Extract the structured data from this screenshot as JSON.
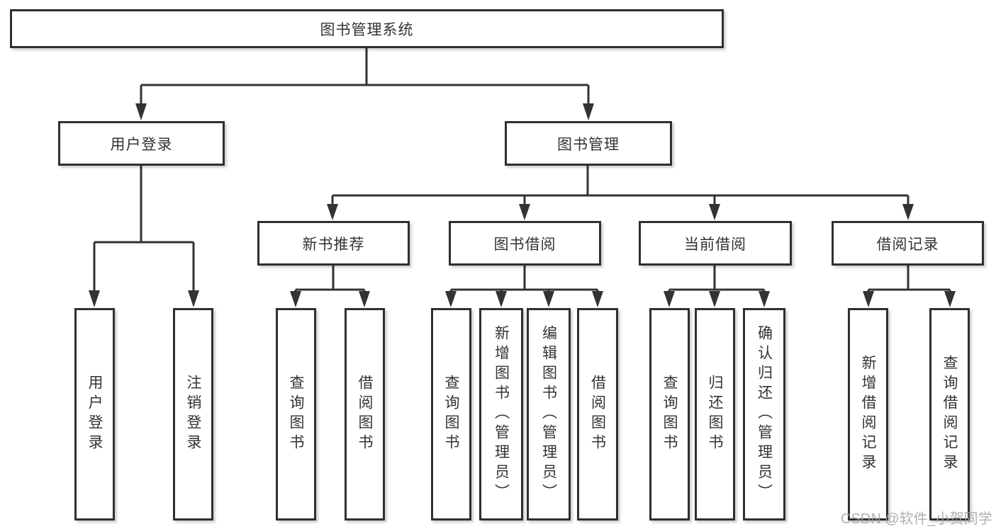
{
  "diagram": {
    "root": "图书管理系统",
    "branches": {
      "user_login": "用户登录",
      "book_mgmt": "图书管理"
    },
    "modules": {
      "new_book_rec": "新书推荐",
      "book_borrow": "图书借阅",
      "current_borrow": "当前借阅",
      "borrow_record": "借阅记录"
    },
    "leaves": {
      "user_login_leaf": "用户登录",
      "logout": "注销登录",
      "nb_query_book": "查询图书",
      "nb_borrow_book": "借阅图书",
      "bb_query_book": "查询图书",
      "bb_add_book": "新增图书（管理员）",
      "bb_edit_book": "编辑图书（管理员）",
      "bb_borrow_book": "借阅图书",
      "cb_query_book": "查询图书",
      "cb_return_book": "归还图书",
      "cb_confirm_return": "确认归还（管理员）",
      "br_add_record": "新增借阅记录",
      "br_query_record": "查询借阅记录"
    }
  },
  "watermark": "CSDN @软件_小贺同学",
  "colors": {
    "line": "#333333",
    "box_border": "#2f2f2f",
    "text": "#333333",
    "watermark_text": "#a3a3a3",
    "background": "#ffffff"
  }
}
